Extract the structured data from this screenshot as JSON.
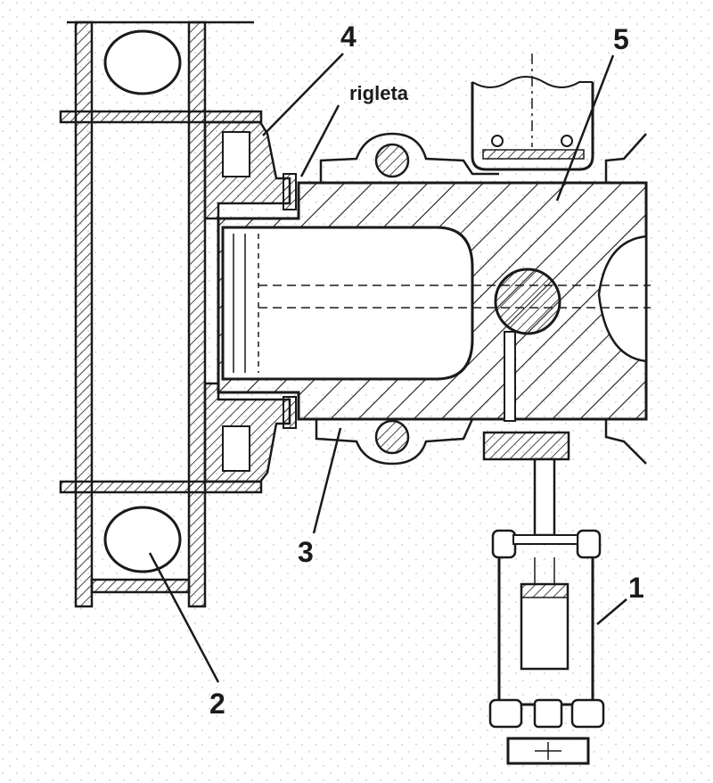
{
  "figure": {
    "callouts": [
      {
        "id": "4",
        "text": "4"
      },
      {
        "id": "rigleta",
        "text": "rigleta"
      },
      {
        "id": "5",
        "text": "5"
      },
      {
        "id": "3",
        "text": "3"
      },
      {
        "id": "1",
        "text": "1"
      },
      {
        "id": "2",
        "text": "2"
      }
    ]
  }
}
